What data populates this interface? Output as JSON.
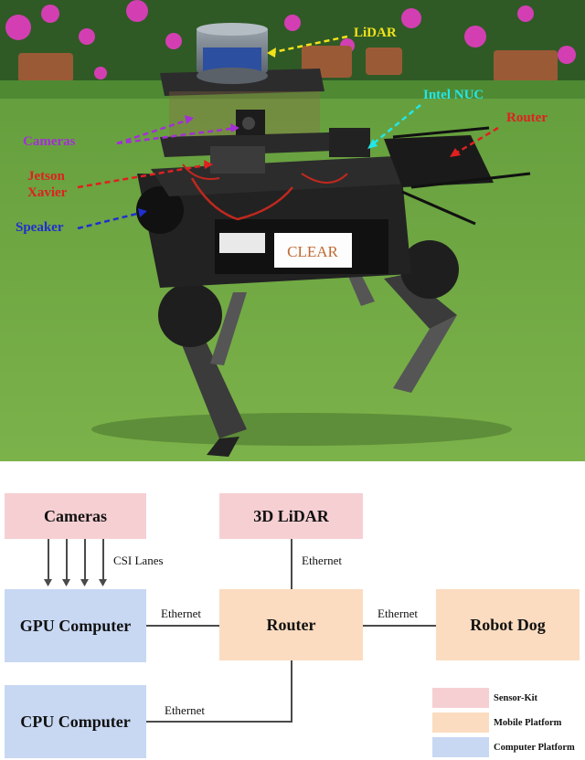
{
  "photo": {
    "callouts": {
      "lidar": {
        "label": "LiDAR",
        "color": "#f2e21a"
      },
      "intel_nuc": {
        "label": "Intel NUC",
        "color": "#23e6e6"
      },
      "router": {
        "label": "Router",
        "color": "#e02020"
      },
      "cameras": {
        "label": "Cameras",
        "color": "#a42fd6"
      },
      "jetson": {
        "label": "Jetson",
        "color": "#e02020"
      },
      "xavier": {
        "label": "Xavier",
        "color": "#e02020"
      },
      "speaker": {
        "label": "Speaker",
        "color": "#1f2fd0"
      }
    },
    "brand_text": "CLEAR"
  },
  "diagram": {
    "blocks": {
      "cameras": "Cameras",
      "lidar": "3D LiDAR",
      "gpu": "GPU Computer",
      "router": "Router",
      "robot_dog": "Robot Dog",
      "cpu": "CPU Computer"
    },
    "connections": {
      "csi": "CSI Lanes",
      "lidar_router": "Ethernet",
      "gpu_router": "Ethernet",
      "router_dog": "Ethernet",
      "cpu_router": "Ethernet"
    },
    "legend": [
      {
        "label": "Sensor-Kit",
        "color": "#f6cfd3"
      },
      {
        "label": "Mobile Platform",
        "color": "#fbdcc0"
      },
      {
        "label": "Computer Platform",
        "color": "#c8d8f3"
      }
    ]
  }
}
